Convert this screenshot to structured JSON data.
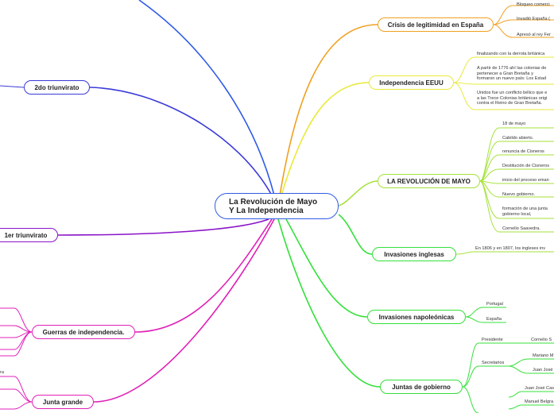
{
  "central": {
    "title": "La Revolución de Mayo\nY La Independencia"
  },
  "colors": {
    "blue": "#2f5be6",
    "navy": "#3a3ad8",
    "purple": "#8a14c8",
    "magenta": "#e020b8",
    "orange": "#f0a020",
    "yellow": "#e9e93a",
    "lime": "#a6e23a",
    "green": "#34e03a"
  },
  "topics": {
    "crisis": "Crisis de legitimidad en España",
    "eeuu": "Independencia EEUU",
    "mayo": "LA REVOLUCIÓN DE MAYO",
    "inglesas": "Invasiones inglesas",
    "napoleonicas": "Invasiones napoleónicas",
    "juntas": "Juntas de gobierno",
    "segundo": "2do triunvirato",
    "primero": "1er triunvirato",
    "guerras": "Guerras de independencia.",
    "junta_grande": "Junta grande"
  },
  "crisis_items": [
    "Bloqueo comerci",
    "Invadió España (",
    "Apresó al rey Fer"
  ],
  "eeuu_items": [
    "finalizando con la derrota británica",
    "A partir de 1776 ahí las colonias de\npertenecer a Gran Bretaña y\nformaron un nuevo país: Los Estad",
    "Unidos fue un conflicto bélico que e\na las Trece Colonias británicas origi\ncontra el Reino de Gran Bretaña."
  ],
  "mayo_items": [
    "18 de mayo",
    "Cabildo abierto.",
    "renuncia de Cisneros",
    "Destitución de Cisneros",
    "inicio del proceso eman",
    "Nuevo gobierno.",
    "formación de una junta\n gobierno local,",
    "Cornelio Saavedra."
  ],
  "inglesas_items": [
    "En 1806 y en 1807, los ingleses inv"
  ],
  "napoleonicas_items": [
    "Portugal",
    "España"
  ],
  "juntas_items": {
    "presidente": "Presidente",
    "presidente_name": "Cornelio S",
    "secretarios": "Secretarios",
    "secretarios_names": [
      "Mariano M",
      "Juan José"
    ],
    "vocales_names": [
      "Juan José Cas",
      "Manuel Belgra"
    ]
  },
  "left_fragments": {
    "junta_grande_item": "ra"
  }
}
